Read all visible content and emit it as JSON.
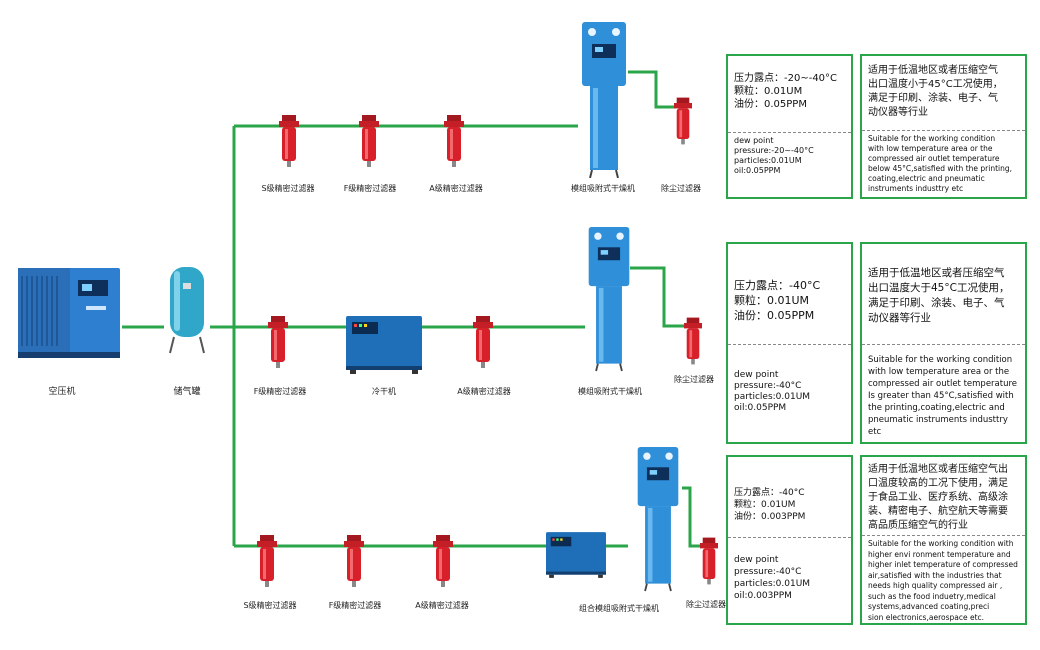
{
  "labels": {
    "compressor": "空压机",
    "tank": "储气罐",
    "r1_s": "S级精密过滤器",
    "r1_f": "F级精密过滤器",
    "r1_a": "A级精密过滤器",
    "r1_dryer": "模组吸附式干燥机",
    "r1_dust": "除尘过滤器",
    "r2_f": "F级精密过滤器",
    "r2_cold": "冷干机",
    "r2_a": "A级精密过滤器",
    "r2_dryer": "模组吸附式干燥机",
    "r2_dust": "除尘过滤器",
    "r3_s": "S级精密过滤器",
    "r3_f": "F级精密过滤器",
    "r3_a": "A级精密过滤器",
    "r3_dryer": "组合模组吸附式干燥机",
    "r3_dust": "除尘过滤器"
  },
  "specs": [
    {
      "cn": "压力露点：-20~-40°C\n颗粒：0.01UM\n油份：0.05PPM",
      "en": "dew point pressure:-20~-40°C\nparticles:0.01UM\noil:0.05PPM",
      "desc_cn": "适用于低温地区或者压缩空气\n出口温度小于45°C工况使用，\n满足于印刷、涂装、电子、气\n动仪器等行业",
      "desc_en": "Suitable for the working condition\nwith low temperature area or the\ncompressed air outlet temperature\nbelow 45°C,satisfied with the printing,\ncoating,electric  and pneumatic\ninstruments industtry etc"
    },
    {
      "cn": "压力露点：-40°C\n颗粒：0.01UM\n油份：0.05PPM",
      "en": "dew point pressure:-40°C\nparticles:0.01UM\noil:0.05PPM",
      "desc_cn": "适用于低温地区或者压缩空气\n出口温度大于45°C工况使用，\n满足于印刷、涂装、电子、气\n动仪器等行业",
      "desc_en": "Suitable for the working condition\nwith low  temperature area or the\ncompressed air outlet temperature\nIs greater than 45°C,satisfied with\n the printing,coating,electric  and\npneumatic instruments industtry\netc"
    },
    {
      "cn": "压力露点：-40°C\n颗粒：0.01UM\n油份：0.003PPM",
      "en": "dew point pressure:-40°C\nparticles:0.01UM\noil:0.003PPM",
      "desc_cn": "适用于低温地区或者压缩空气出\n口温度较高的工况下使用，满足\n于食品工业、医疗系统、高级涂\n装、精密电子、航空航天等需要\n高品质压缩空气的行业",
      "desc_en": "Suitable for the working condition with\nhigher envi ronment temperature and\nhigher inlet temperature of compressed\nair,satisfied with the industries that\nneeds high quality compressed air ,\nsuch as the food induetry,medical\nsystems,advanced coating,preci\nsion electronics,aerospace etc."
    }
  ],
  "colors": {
    "pipe": "#2aa54a",
    "filter": "#d8202a",
    "equipment": "#2f8fd8",
    "cold_dryer": "#1f6fb8",
    "box_border": "#2aa54a"
  }
}
